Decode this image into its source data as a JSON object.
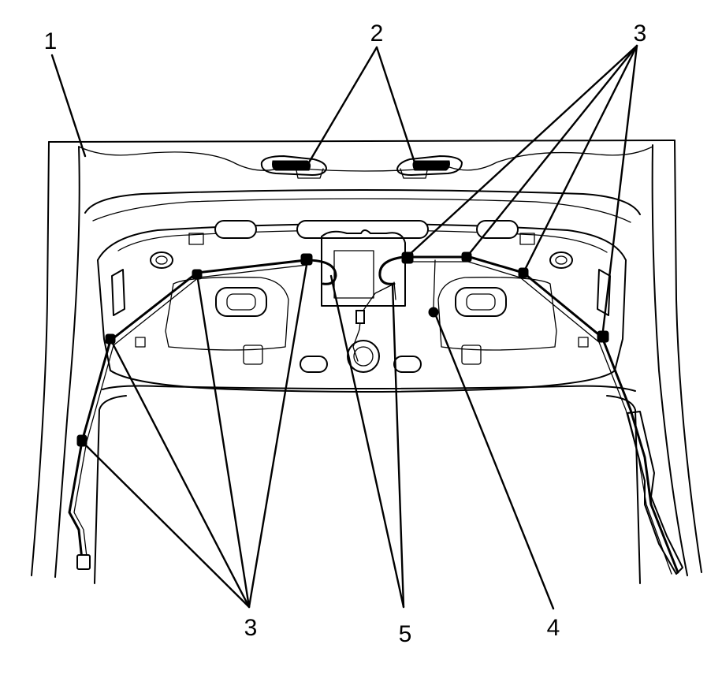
{
  "diagram": {
    "callouts": {
      "deck_lid": "1",
      "hinges": "2",
      "clips_upper_right": "3",
      "clips_lower_left": "3",
      "ground": "4",
      "connectors": "5"
    },
    "colors": {
      "line": "#000000",
      "background": "#ffffff"
    }
  }
}
